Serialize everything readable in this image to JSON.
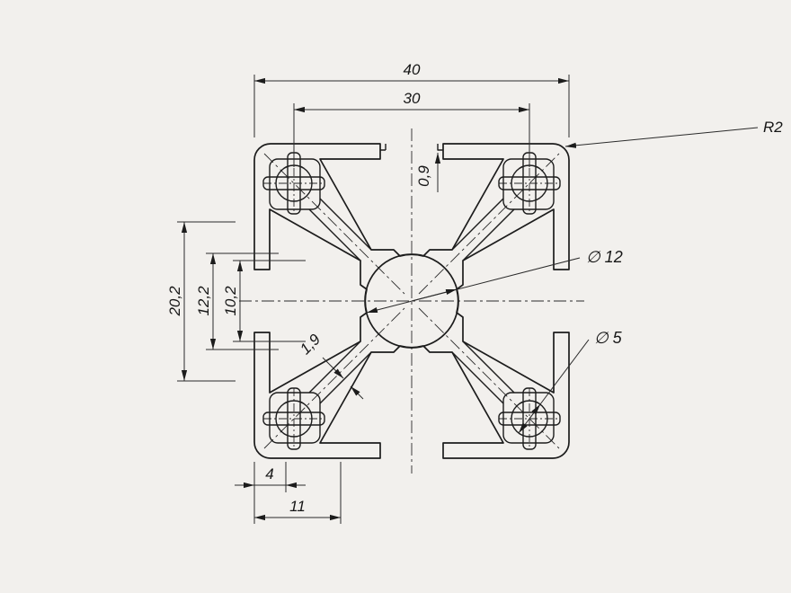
{
  "meta": {
    "background": "#f2f0ed",
    "ink": "#1c1c1c",
    "drawing_type": "aluminium-profile-cross-section"
  },
  "labels": {
    "dim_40": "40",
    "dim_30": "30",
    "radius_r2": "R2",
    "dim_0_9": "0,9",
    "dim_20_2": "20,2",
    "dim_12_2": "12,2",
    "dim_10_2": "10,2",
    "dia_12": "∅ 12",
    "dia_5": "∅ 5",
    "dim_1_9": "1,9",
    "dim_4": "4",
    "dim_11": "11"
  }
}
